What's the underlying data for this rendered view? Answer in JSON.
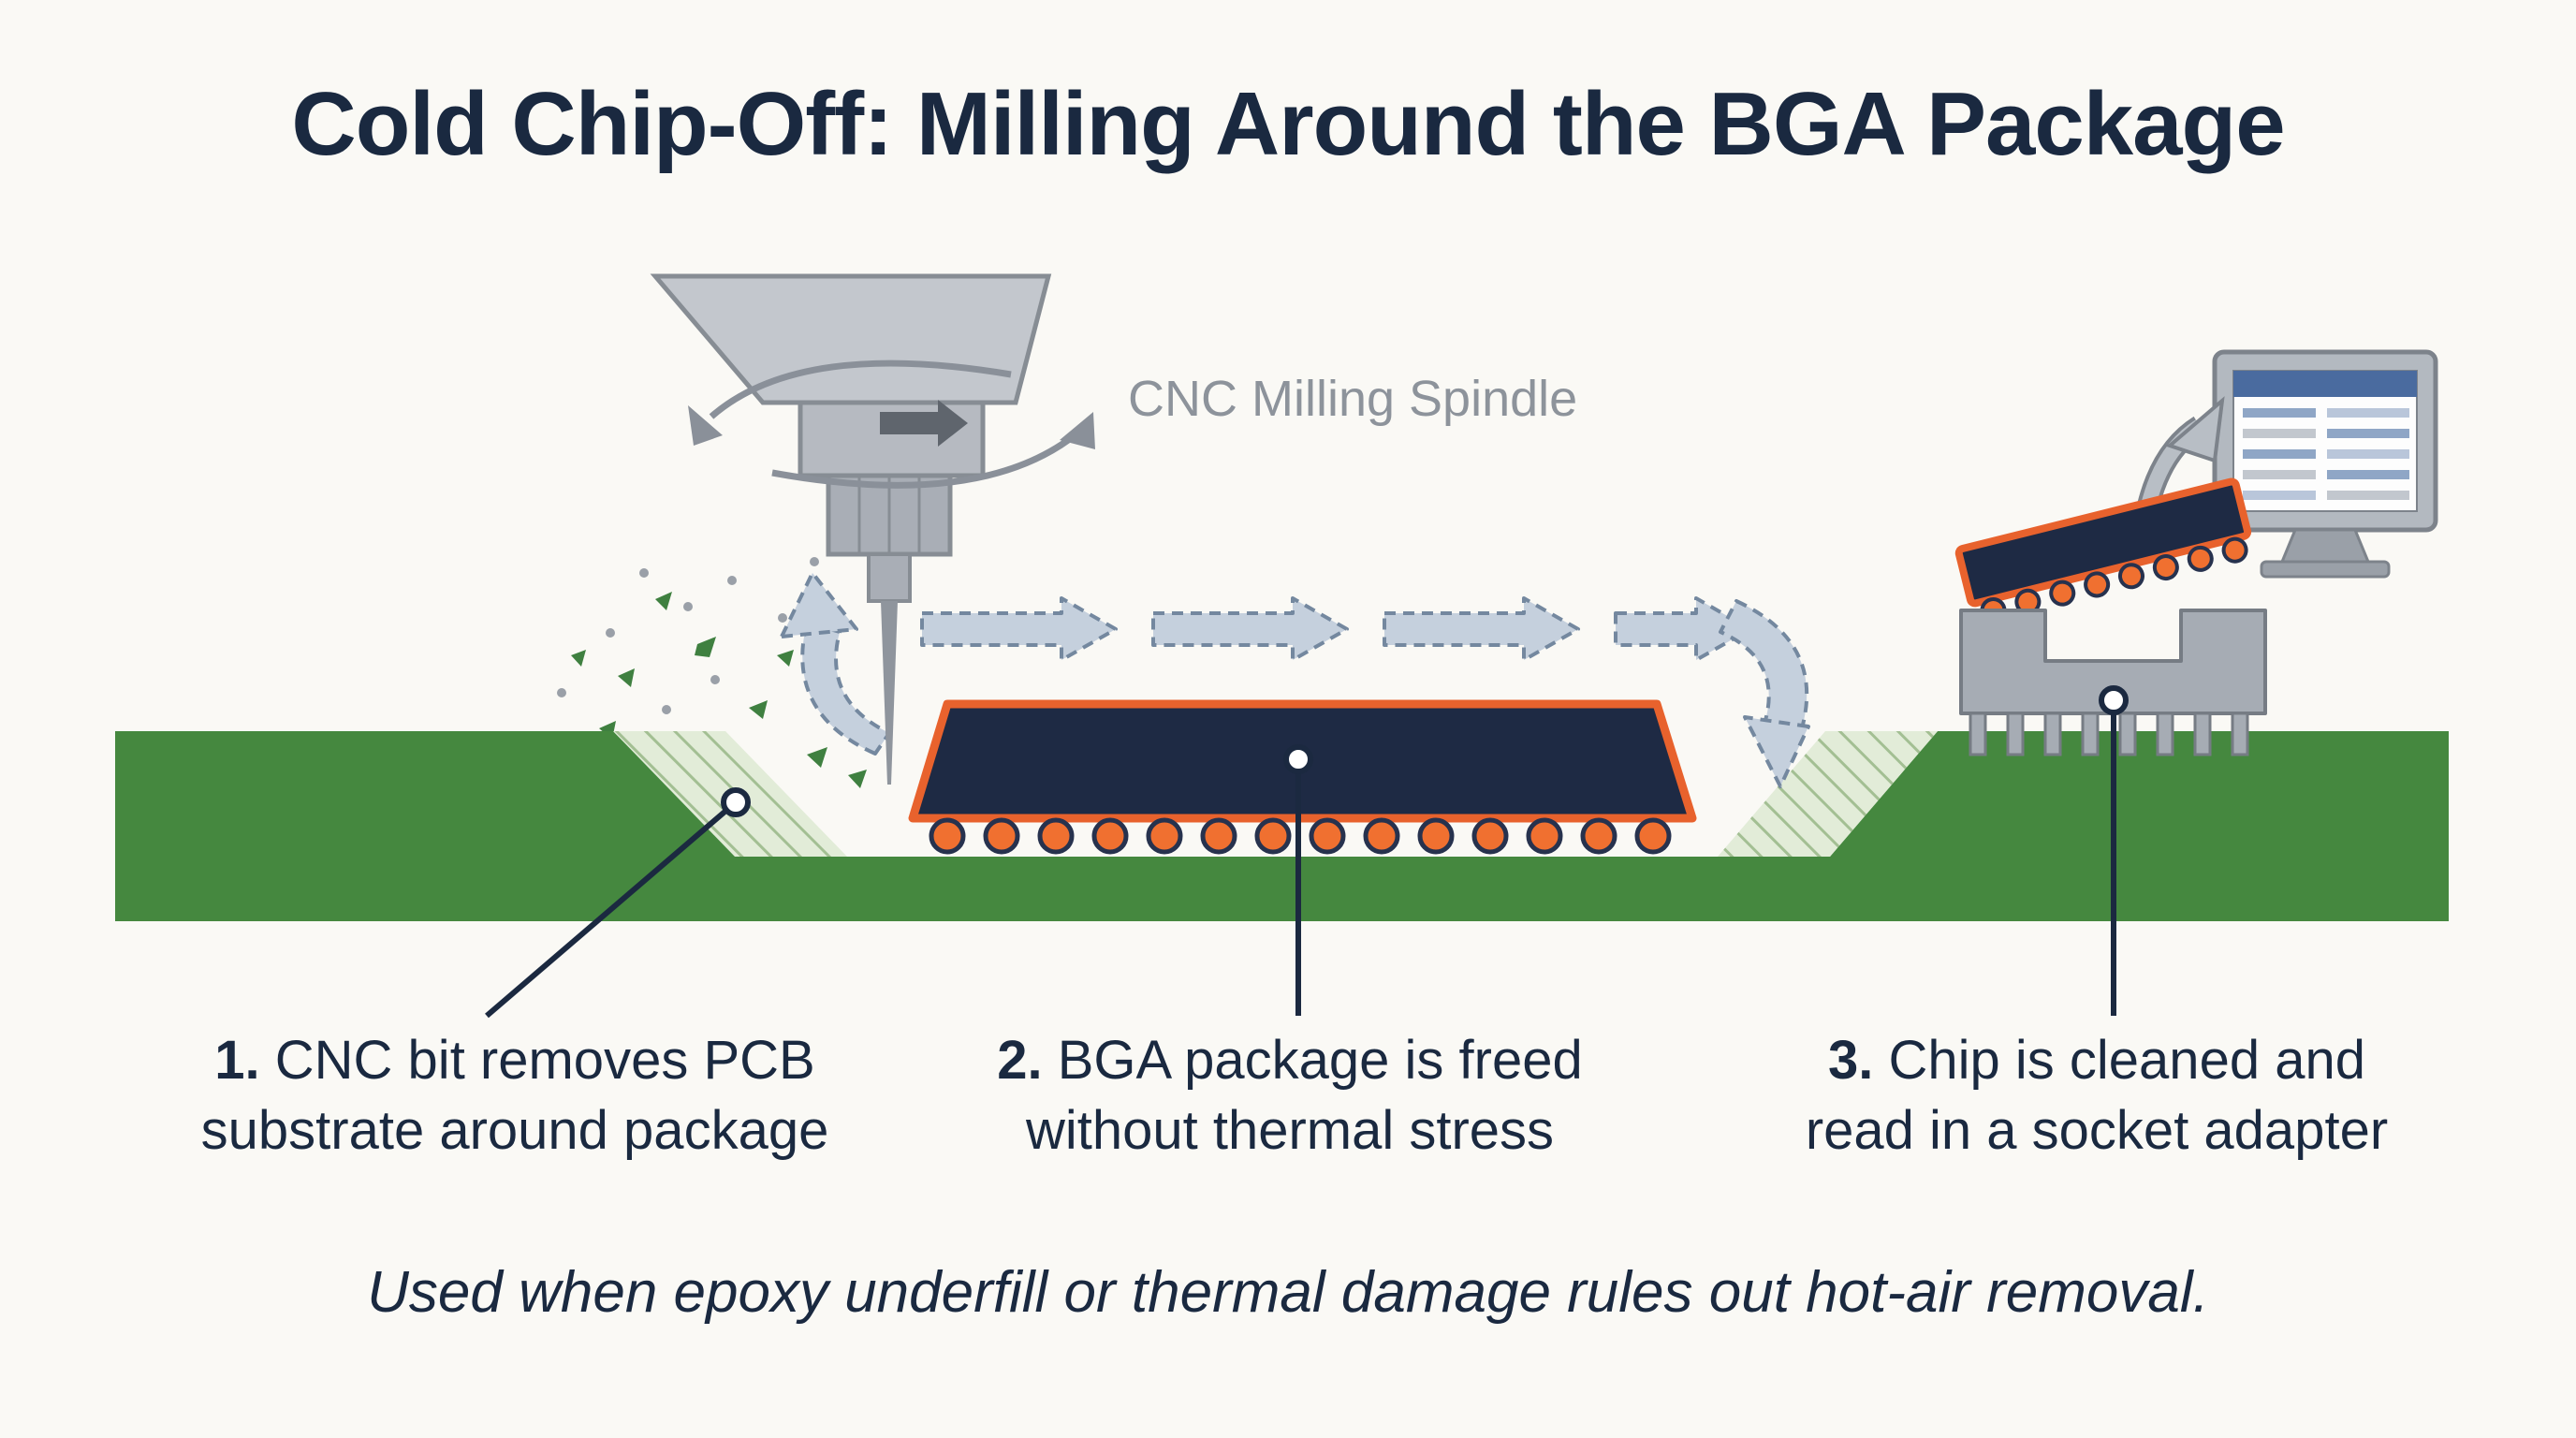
{
  "title": "Cold Chip-Off: Milling Around the BGA Package",
  "diagram": {
    "spindle_label": "CNC Milling Spindle",
    "callouts": [
      {
        "num": "1.",
        "line1": "CNC bit removes PCB",
        "line2": "substrate around package"
      },
      {
        "num": "2.",
        "line1": "BGA package is freed",
        "line2": "without thermal stress"
      },
      {
        "num": "3.",
        "line1": "Chip is cleaned and",
        "line2": "read in a socket adapter"
      }
    ],
    "caption": "Used when epoxy underfill or thermal damage rules out hot-air removal."
  },
  "colors": {
    "background": "#faf9f5",
    "title_navy": "#1a2940",
    "pcb_green": "#45883f",
    "milled_hatch_bg": "#e2ecd8",
    "milled_hatch_line": "#a3bf93",
    "chip_navy": "#1e2a44",
    "chip_outline_orange": "#e8622d",
    "ball_orange": "#f07030",
    "arrow_fill": "#c5d0dd",
    "arrow_outline": "#74889f",
    "machine_gray": "#b6bac1",
    "label_gray": "#8d939b",
    "monitor_header_blue": "#4a6b9f"
  }
}
